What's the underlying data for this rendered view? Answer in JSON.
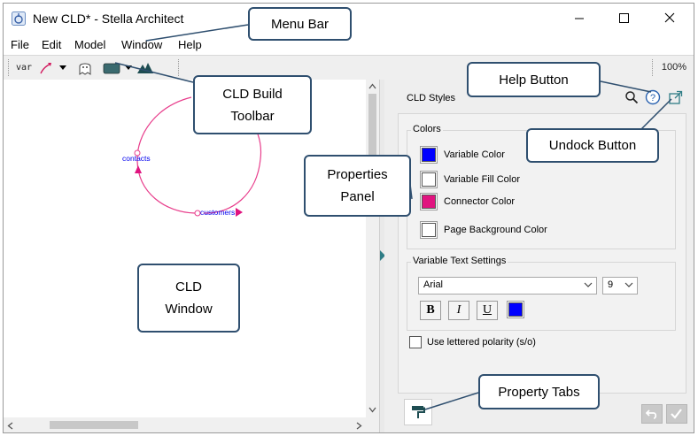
{
  "window": {
    "title": "New CLD* - Stella Architect",
    "icon": "stella-app-icon",
    "controls": [
      "minimize-icon",
      "maximize-icon",
      "close-icon"
    ]
  },
  "menubar": {
    "items": [
      "File",
      "Edit",
      "Model",
      "Window",
      "Help"
    ]
  },
  "toolbar": {
    "var_label": "var",
    "zoom": "100%",
    "icons": [
      "connector-icon",
      "dropdown-arrow-icon",
      "ghost-icon",
      "cld-build-icon",
      "dropdown-arrow-icon",
      "peaks-icon"
    ]
  },
  "canvas": {
    "variables": [
      "contacts",
      "customers"
    ],
    "loop_color": "#e83e8c",
    "variable_color": "#0000ee"
  },
  "properties": {
    "title": "CLD Styles",
    "icons": [
      "search-icon",
      "help-icon",
      "undock-icon"
    ],
    "colors_group": {
      "label": "Colors",
      "items": [
        {
          "label": "Variable Color",
          "color": "#0000ff"
        },
        {
          "label": "Variable Fill Color",
          "color": "#ffffff"
        },
        {
          "label": "Connector Color",
          "color": "#e0137f"
        },
        {
          "label": "Page Background Color",
          "color": "#ffffff"
        }
      ]
    },
    "text_group": {
      "label": "Variable Text Settings",
      "font": "Arial",
      "size": "9",
      "bold": "B",
      "italic": "I",
      "underline": "U",
      "text_color": "#0000ff"
    },
    "polarity_label": "Use lettered polarity (s/o)",
    "tab_icon": "paint-roller-icon",
    "actions": [
      "undo-icon",
      "apply-check-icon"
    ]
  },
  "callouts": {
    "menu_bar": "Menu Bar",
    "cld_build_1": "CLD Build",
    "cld_build_2": "Toolbar",
    "properties_1": "Properties",
    "properties_2": "Panel",
    "help_button": "Help Button",
    "undock_button": "Undock Button",
    "cld_window_1": "CLD",
    "cld_window_2": "Window",
    "property_tabs": "Property Tabs"
  }
}
